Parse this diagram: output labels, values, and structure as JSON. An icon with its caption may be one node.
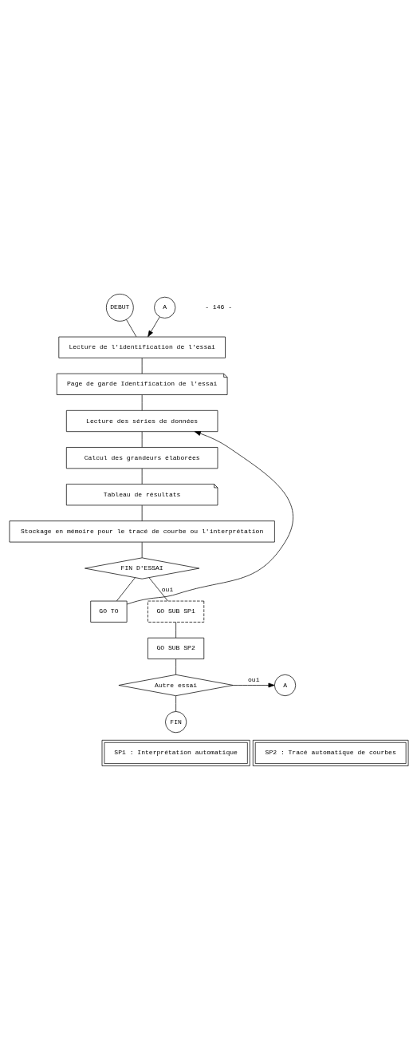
{
  "diagram": {
    "nodes": [
      {
        "text": [
          "DEBUT"
        ]
      },
      {
        "text": [
          "A"
        ]
      },
      {
        "text": [
          "Lecture de l'identification de l'essai"
        ]
      },
      {
        "text": [
          "Page de garde Identification de l'essai"
        ]
      },
      {
        "text": [
          "Lecture des séries de données"
        ]
      },
      {
        "text": [
          "Calcul des grandeurs élaborées"
        ]
      },
      {
        "text": [
          "Tableau de résultats"
        ]
      },
      {
        "text": [
          "Stockage en mémoire pour le tracé de courbe ou l'interprétation"
        ]
      },
      {
        "text": [
          "FIN D'ESSAI"
        ]
      },
      {
        "text": [
          "GO TO"
        ]
      },
      {
        "text": [
          "GO SUB SP1"
        ]
      },
      {
        "text": [
          "GO SUB SP2"
        ]
      },
      {
        "text": [
          "Autre essai"
        ]
      },
      {
        "text": [
          "A"
        ]
      },
      {
        "text": [
          "FIN"
        ]
      },
      {
        "text": [
          "SP1 : Interprétation automatique"
        ]
      },
      {
        "text": [
          "SP2 : Tracé automatique de courbes"
        ]
      }
    ],
    "edges": [
      {
        "from": 0,
        "to": 2,
        "arrow": "none"
      },
      {
        "from": 1,
        "to": 2,
        "arrow": "to"
      },
      {
        "from": 2,
        "to": 3,
        "arrow": "none"
      },
      {
        "from": 3,
        "to": 4,
        "arrow": "none"
      },
      {
        "from": 9,
        "to": 4,
        "arrow": "to"
      },
      {
        "from": 4,
        "to": 5,
        "arrow": "none"
      },
      {
        "from": 5,
        "to": 6,
        "arrow": "none"
      },
      {
        "from": 6,
        "to": 7,
        "arrow": "none"
      },
      {
        "from": 7,
        "to": 8,
        "arrow": "none"
      },
      {
        "from": 8,
        "to": 9,
        "arrow": "none"
      },
      {
        "from": 8,
        "to": 10,
        "arrow": "none",
        "label": "oui"
      },
      {
        "from": 10,
        "to": 11,
        "arrow": "none"
      },
      {
        "from": 11,
        "to": 12,
        "arrow": "none"
      },
      {
        "from": 12,
        "to": 13,
        "arrow": "to",
        "label": "oui"
      },
      {
        "from": 12,
        "to": 14,
        "arrow": "none"
      }
    ],
    "labels": [
      "- 146 -"
    ]
  }
}
